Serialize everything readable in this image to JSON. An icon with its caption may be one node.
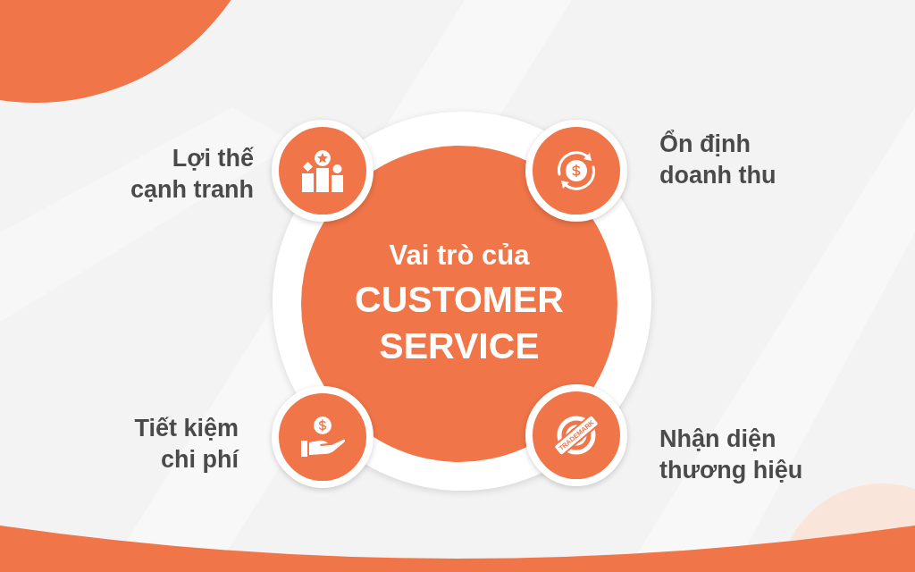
{
  "diagram": {
    "nodes": [
      {
        "text": [
          "Vai trò của",
          "CUSTOMER SERVICE"
        ]
      },
      {
        "text": [],
        "shape": "circle",
        "beside": [
          "Lợi thế cạnh tranh"
        ]
      },
      {
        "text": [],
        "shape": "circle",
        "beside": [
          "Ổn định doanh thu"
        ]
      },
      {
        "text": [],
        "shape": "circle",
        "beside": [
          "Tiết kiệm chi phí"
        ]
      },
      {
        "text": [],
        "shape": "circle",
        "beside": [
          "Nhận diện thương hiệu"
        ]
      }
    ],
    "labels": [
      "TRADEMARK"
    ]
  }
}
